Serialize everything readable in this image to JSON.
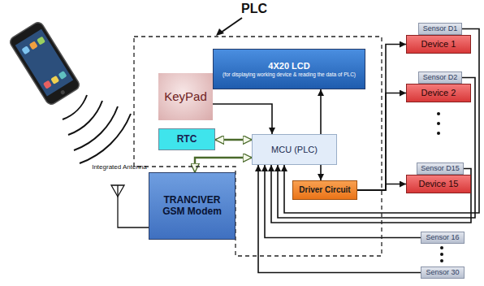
{
  "diagram": {
    "nodes": [
      {
        "text": [
          "PLC"
        ]
      },
      {
        "text": [
          "4X20 LCD",
          "(for displaying working device & reading the data of PLC)"
        ],
        "in": 0
      },
      {
        "text": [
          "KeyPad"
        ],
        "in": 0
      },
      {
        "text": [
          "RTC"
        ],
        "in": 0
      },
      {
        "text": [
          "MCU (PLC)"
        ],
        "in": 0
      },
      {
        "text": [
          "TRANCIVER GSM Modem"
        ]
      },
      {
        "text": [
          "Driver Circuit"
        ],
        "in": 0
      },
      {
        "text": [
          "Sensor D1"
        ]
      },
      {
        "text": [
          "Device 1"
        ]
      },
      {
        "text": [
          "Sensor D2"
        ]
      },
      {
        "text": [
          "Device 2"
        ]
      },
      {
        "text": [
          "Sensor D15"
        ]
      },
      {
        "text": [
          "Device 15"
        ]
      },
      {
        "text": [
          "Sensor 16"
        ]
      },
      {
        "text": [
          "Sensor 30"
        ]
      }
    ],
    "edges": [
      {
        "from": 2,
        "to": 4,
        "arrow": "to"
      },
      {
        "from": 4,
        "to": 1,
        "arrow": "to"
      },
      {
        "from": 3,
        "to": 4,
        "arrow": "both"
      },
      {
        "from": 4,
        "to": 5,
        "arrow": "both"
      },
      {
        "from": 4,
        "to": 6,
        "arrow": "to"
      },
      {
        "from": 6,
        "to": 8,
        "arrow": "to"
      },
      {
        "from": 6,
        "to": 10,
        "arrow": "to"
      },
      {
        "from": 6,
        "to": 12,
        "arrow": "to"
      },
      {
        "from": 7,
        "to": 4,
        "arrow": "to"
      },
      {
        "from": 9,
        "to": 4,
        "arrow": "to"
      },
      {
        "from": 11,
        "to": 4,
        "arrow": "to"
      },
      {
        "from": 13,
        "to": 4,
        "arrow": "to"
      },
      {
        "from": 14,
        "to": 4,
        "arrow": "to"
      }
    ],
    "labels": [
      "Integrated Antenna"
    ]
  }
}
